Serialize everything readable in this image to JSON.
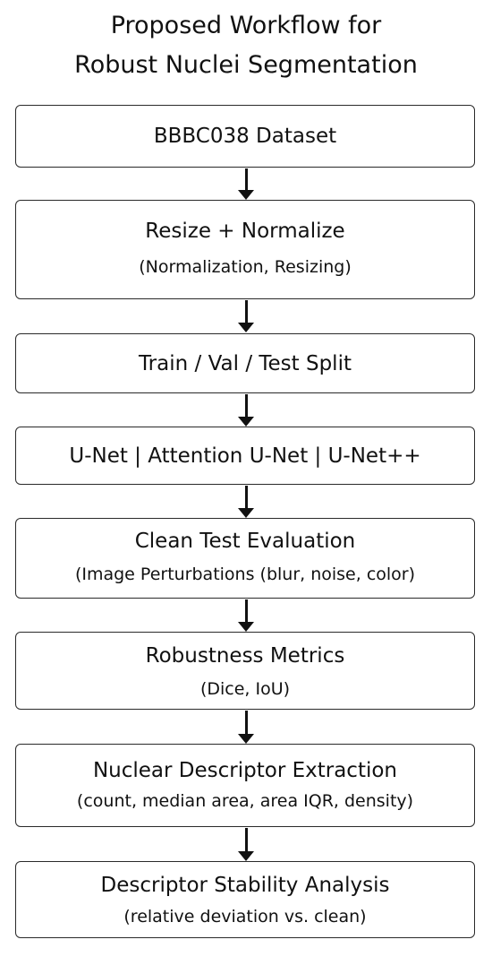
{
  "title": {
    "line1": "Proposed Workflow for",
    "line2": "Robust Nuclei Segmentation"
  },
  "steps": [
    {
      "title": "BBBC038 Dataset"
    },
    {
      "title": "Resize + Normalize",
      "subtitle": "(Normalization, Resizing)"
    },
    {
      "title": "Train / Val / Test Split"
    },
    {
      "title": "U-Net | Attention U-Net | U-Net++"
    },
    {
      "title": "Clean Test Evaluation",
      "subtitle": "(Image Perturbations (blur, noise, color)"
    },
    {
      "title": "Robustness Metrics",
      "subtitle": "(Dice, IoU)"
    },
    {
      "title": "Nuclear Descriptor Extraction",
      "subtitle": "(count, median area, area IQR, density)"
    },
    {
      "title": "Descriptor Stability Analysis",
      "subtitle": "(relative deviation vs. clean)"
    }
  ],
  "colors": {
    "border": "#2a2a2a",
    "text": "#111111",
    "background": "#ffffff"
  }
}
